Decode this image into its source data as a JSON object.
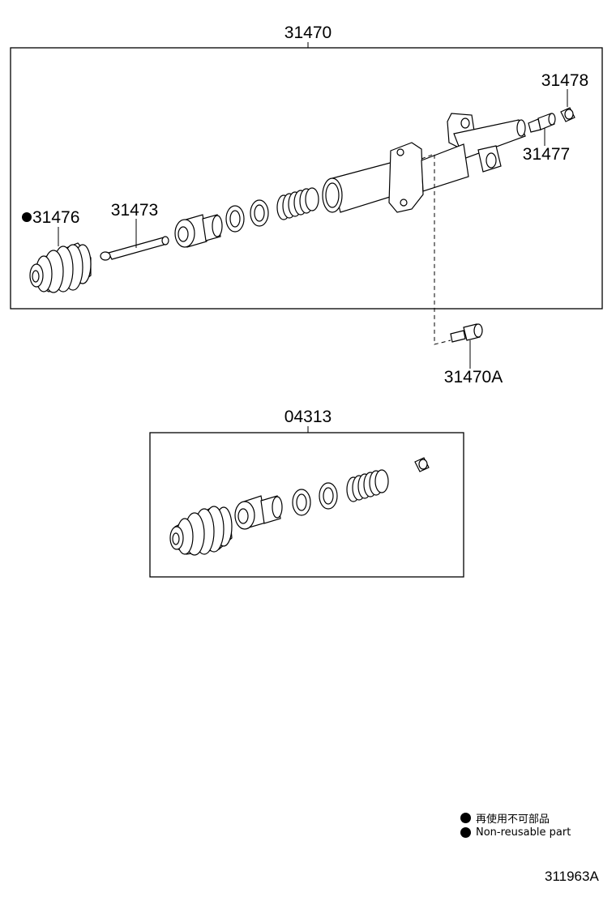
{
  "labels": {
    "assembly": "31470",
    "plug": "31478",
    "bleeder": "31477",
    "boot": "31476",
    "rod": "31473",
    "bolt": "31470A",
    "kit": "04313"
  },
  "legend": {
    "jp": "再使用不可部品",
    "en": "Non-reusable part"
  },
  "diagram_code": "311963A"
}
